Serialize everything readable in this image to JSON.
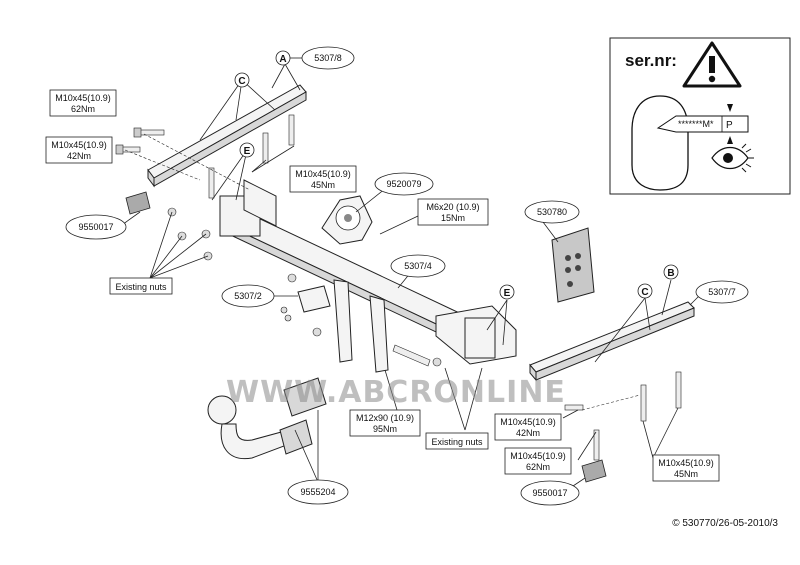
{
  "warning_panel": {
    "serial_label": "ser.nr:",
    "plate_mask": "*******M*",
    "plate_letter": "P"
  },
  "part_numbers": {
    "bar_left": "5307/8",
    "bar_right": "5307/7",
    "main_beam": "5307/4",
    "bracket_small": "5307/2",
    "socket_plate": "9520079",
    "electrical_kit": "530780",
    "nut_plate_left": "9550017",
    "nut_plate_right": "9550017",
    "tow_ball": "9555204"
  },
  "bolt_specs": {
    "top_left_1": {
      "size": "M10x45(10.9)",
      "torque": "62Nm"
    },
    "top_left_2": {
      "size": "M10x45(10.9)",
      "torque": "42Nm"
    },
    "top_mid": {
      "size": "M10x45(10.9)",
      "torque": "45Nm"
    },
    "socket": {
      "size": "M6x20 (10.9)",
      "torque": "15Nm"
    },
    "center": {
      "size": "M12x90 (10.9)",
      "torque": "95Nm"
    },
    "right_1": {
      "size": "M10x45(10.9)",
      "torque": "42Nm"
    },
    "right_2": {
      "size": "M10x45(10.9)",
      "torque": "62Nm"
    },
    "right_3": {
      "size": "M10x45(10.9)",
      "torque": "45Nm"
    }
  },
  "callouts": {
    "A": "A",
    "B": "B",
    "C_left": "C",
    "C_right": "C",
    "E_left": "E",
    "E_right": "E"
  },
  "existing_nuts_left": "Existing nuts",
  "existing_nuts_center": "Existing nuts",
  "watermark": "WWW.ABCRONLINE",
  "copyright": "© 530770/26-05-2010/3"
}
